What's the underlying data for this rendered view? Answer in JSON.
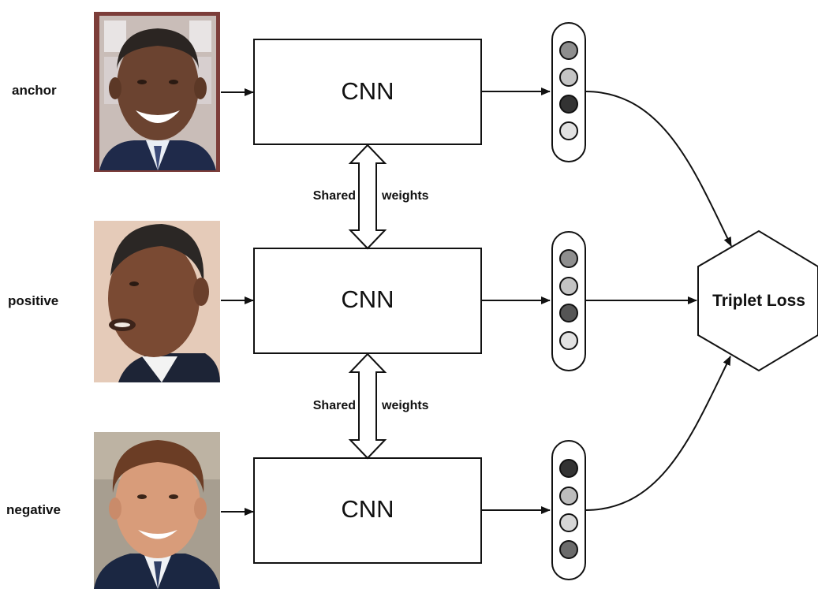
{
  "rows": [
    {
      "label": "anchor",
      "cnn": "CNN",
      "photo": "portrait-photo",
      "embedding": [
        "#8e8e8e",
        "#c4c4c4",
        "#333333",
        "#e2e2e2"
      ]
    },
    {
      "label": "positive",
      "cnn": "CNN",
      "photo": "portrait-photo",
      "embedding": [
        "#8e8e8e",
        "#c4c4c4",
        "#555555",
        "#e2e2e2"
      ]
    },
    {
      "label": "negative",
      "cnn": "CNN",
      "photo": "portrait-photo",
      "embedding": [
        "#333333",
        "#bdbdbd",
        "#d6d6d6",
        "#6b6b6b"
      ]
    }
  ],
  "shared": [
    {
      "left": "Shared",
      "right": "weights"
    },
    {
      "left": "Shared",
      "right": "weights"
    }
  ],
  "loss": {
    "label": "Triplet Loss"
  }
}
